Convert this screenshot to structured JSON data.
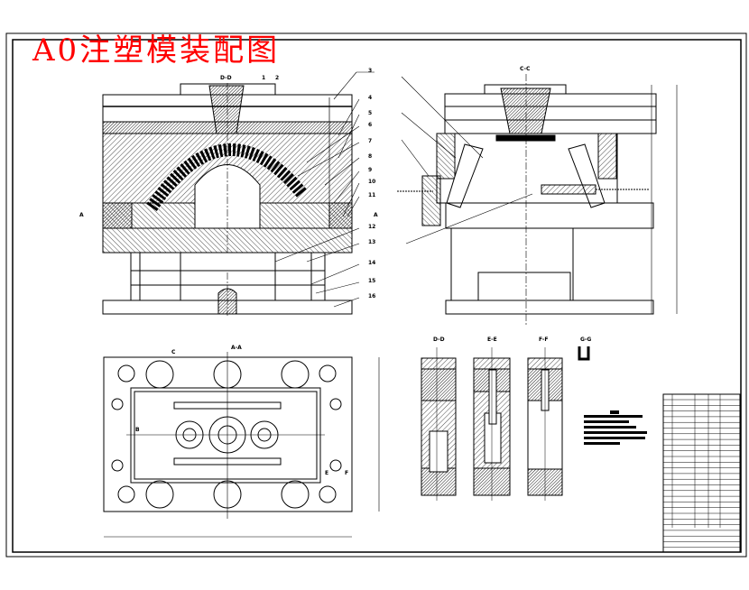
{
  "title": "A0注塑模装配图",
  "views": {
    "front_section": "D-D",
    "side_section": "C-C",
    "plan_view": "A-A",
    "detail_sections": [
      "D-D",
      "E-E",
      "F-F",
      "G-G"
    ]
  },
  "part_numbers_front": [
    "1",
    "2",
    "3",
    "4",
    "5",
    "6",
    "7",
    "8",
    "9",
    "10",
    "11",
    "12",
    "13",
    "14",
    "15",
    "16"
  ],
  "cut_marks": {
    "left": "A",
    "right": "A",
    "plan_c": "C",
    "plan_b": "B",
    "plan_e": "E",
    "plan_f": "F"
  },
  "colors": {
    "title": "#ff0000",
    "lines": "#000000"
  }
}
